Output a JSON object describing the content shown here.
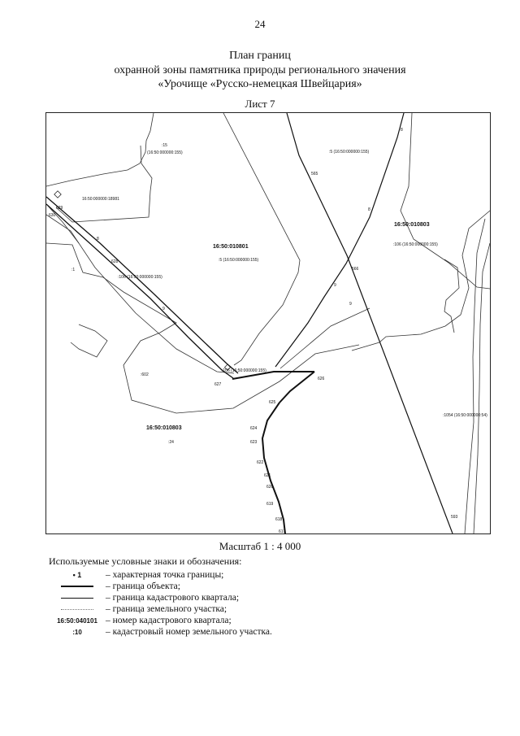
{
  "page_number": "24",
  "title": {
    "line1": "План границ",
    "line2": "охранной зоны памятника природы регионального значения",
    "line3": "«Урочище «Русско-немецкая Швейцария»"
  },
  "sheet_label": "Лист 7",
  "scale_label": "Масштаб 1 : 4 000",
  "map": {
    "labels": {
      "q_010801": "16:50:010801",
      "q_010803_left": "16:50:010803",
      "q_010803_right": "16:50:010803",
      "p_5_center": ":5 (16:50:000000:155)",
      "p_5_top": ":5 (16:50:000000:155)",
      "p_15": ":15",
      "p_15_sub": "(16:50:000000:155)",
      "p_18981": "16:50:000000:18981",
      "p_106_left": ":106 (16:50:000000:155)",
      "p_106_bottom": ":106 (16:50:000000:155)",
      "p_106_right": ":106 (16:50:000000:155)",
      "p_1": ":1",
      "p_602": ":602",
      "p_24": ":24",
      "p_1054": ":1054 (16:50:000000:54)"
    },
    "points": [
      "565",
      "566",
      "628",
      "627",
      "626",
      "625",
      "624",
      "623",
      "622",
      "621",
      "620",
      "619",
      "618",
      "617",
      "629",
      "630",
      "593",
      "8",
      "9",
      "8",
      "9",
      "8",
      "9"
    ]
  },
  "legend": {
    "title": "Используемые условные знаки и обозначения:",
    "items": [
      {
        "symbol": "• 1",
        "text": "– характерная точка границы;"
      },
      {
        "symbol": "",
        "text": "– граница объекта;"
      },
      {
        "symbol": "",
        "text": "– граница кадастрового квартала;"
      },
      {
        "symbol": "",
        "text": "– граница земельного участка;"
      },
      {
        "symbol": "16:50:040101",
        "text": "– номер кадастрового квартала;"
      },
      {
        "symbol": ":10",
        "text": "– кадастровый номер земельного участка."
      }
    ]
  }
}
